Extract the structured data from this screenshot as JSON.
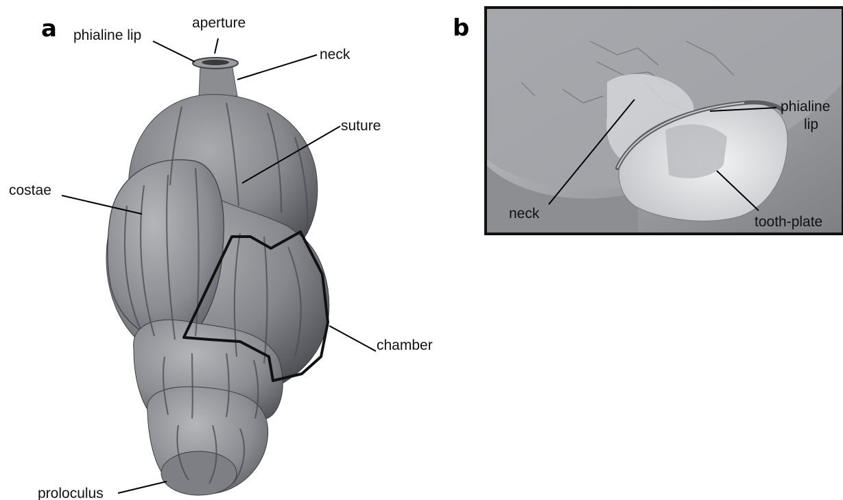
{
  "panel_a": {
    "letter": "a",
    "labels": {
      "phialine_lip": "phialine lip",
      "aperture": "aperture",
      "neck": "neck",
      "suture": "suture",
      "costae": "costae",
      "chamber": "chamber",
      "proloculus": "proloculus"
    }
  },
  "panel_b": {
    "letter": "b",
    "labels": {
      "phialine_line1": "phialine",
      "phialine_line2": "lip",
      "neck": "neck",
      "tooth_plate": "tooth-plate"
    }
  }
}
